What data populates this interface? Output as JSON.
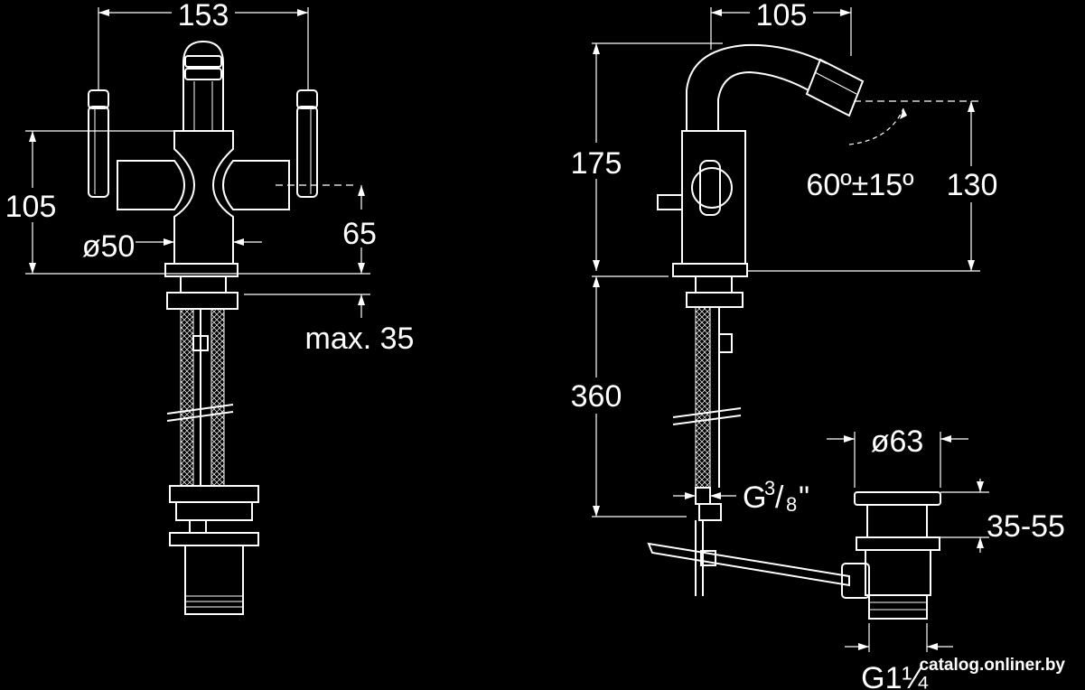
{
  "dimensions": {
    "left_width": "153",
    "left_height": "105",
    "diameter_body": "ø50",
    "lever_height": "65",
    "deck_thickness": "max. 35",
    "right_reach": "105",
    "right_height": "175",
    "angle": "60º±15º",
    "spout_height": "130",
    "hose_length": "360",
    "hose_thread_prefix": "G",
    "hose_thread_num": "3",
    "hose_thread_den": "8",
    "hose_thread_suffix": "\"",
    "waste_diameter": "ø63",
    "waste_adjust": "35-55",
    "waste_thread": "G1¼"
  },
  "watermark": "catalog.onliner.by",
  "colors": {
    "background": "#000000",
    "line": "#ffffff"
  }
}
